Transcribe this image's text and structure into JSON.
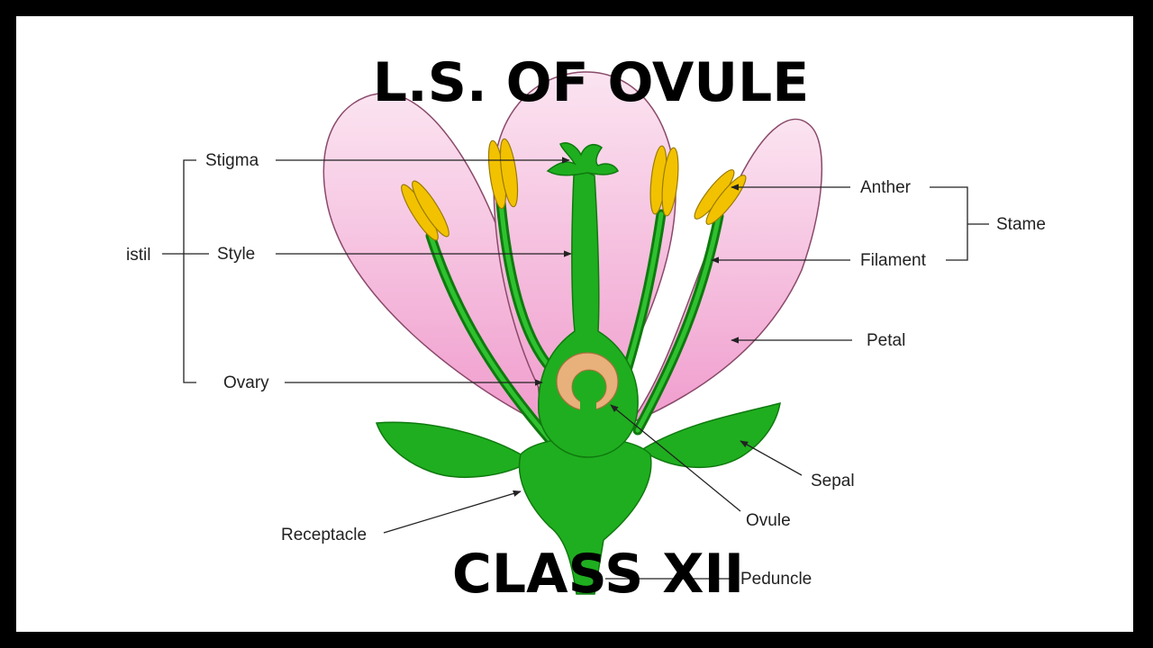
{
  "title": "L.S. OF OVULE",
  "subtitle": "CLASS XII",
  "labels": {
    "stigma": "Stigma",
    "style": "Style",
    "ovary": "Ovary",
    "pistil": "istil",
    "anther": "Anther",
    "filament": "Filament",
    "stamen": "Stame",
    "petal": "Petal",
    "sepal": "Sepal",
    "ovule": "Ovule",
    "receptacle": "Receptacle",
    "peduncle": "Peduncle"
  },
  "colors": {
    "frame": "#000000",
    "background": "#ffffff",
    "petal": "#f3a9d3",
    "petal_outline": "#8a4a6a",
    "green": "#1fae1f",
    "dark_green": "#0f7a0f",
    "anther": "#f2c200",
    "ovule": "#e8b07a"
  }
}
